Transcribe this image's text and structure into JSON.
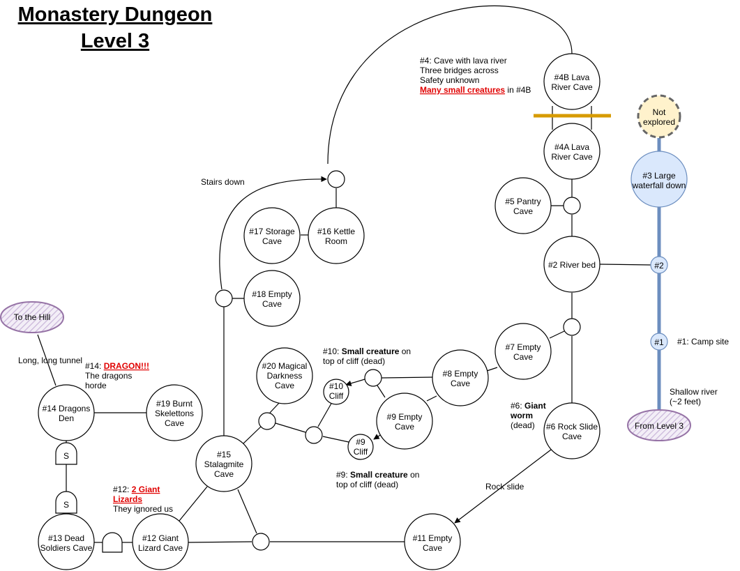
{
  "title": [
    "Monastery Dungeon",
    "Level 3"
  ],
  "rooms": {
    "r4b": [
      "#4B Lava",
      "River Cave"
    ],
    "r4a": [
      "#4A Lava",
      "River Cave"
    ],
    "r5": [
      "#5 Pantry",
      "Cave"
    ],
    "r2": [
      "#2 River bed"
    ],
    "r7": [
      "#7 Empty",
      "Cave"
    ],
    "r8": [
      "#8 Empty",
      "Cave"
    ],
    "r9": [
      "#9 Empty",
      "Cave"
    ],
    "r6": [
      "#6 Rock Slide",
      "Cave"
    ],
    "r11": [
      "#11 Empty",
      "Cave"
    ],
    "r12": [
      "#12 Giant",
      "Lizard Cave"
    ],
    "r13": [
      "#13 Dead",
      "Soldiers Cave"
    ],
    "r14": [
      "#14 Dragons",
      "Den"
    ],
    "r15": [
      "#15",
      "Stalagmite",
      "Cave"
    ],
    "r16": [
      "#16 Kettle",
      "Room"
    ],
    "r17": [
      "#17 Storage",
      "Cave"
    ],
    "r18": [
      "#18 Empty",
      "Cave"
    ],
    "r19": [
      "#19 Burnt",
      "Skelettons",
      "Cave"
    ],
    "r20": [
      "#20 Magical",
      "Darkness",
      "Cave"
    ],
    "c10": [
      "#10",
      "Cliff"
    ],
    "c9": [
      "#9",
      "Cliff"
    ],
    "r3": [
      "#3 Large",
      "waterfall down"
    ],
    "notExplored": [
      "Not",
      "explored"
    ],
    "p2": [
      "#2"
    ],
    "p1": [
      "#1"
    ],
    "toHill": [
      "To the Hill"
    ],
    "fromLevel3": [
      "From Level 3"
    ]
  },
  "doors": {
    "s": "S"
  },
  "notes": {
    "n4": {
      "lines": [
        "#4: Cave with lava river",
        "Three bridges across",
        "Safety unknown"
      ],
      "red": "Many small creatures",
      "tail": " in #4B"
    },
    "stairs": "Stairs down",
    "campsite": "#1: Camp site",
    "river": [
      "Shallow river",
      "(~2 feet)"
    ],
    "tunnel": "Long, long tunnel",
    "n14": {
      "prefix": "#14: ",
      "red": "DRAGON!!!",
      "lines": [
        "The dragons",
        "horde"
      ]
    },
    "n10": {
      "prefix": "#10: ",
      "bold": "Small creature",
      "tail": " on",
      "line2": "top of cliff (dead)"
    },
    "n6": {
      "prefix": "#6: ",
      "bold1": "Giant",
      "bold2": "worm",
      "line3": "(dead)"
    },
    "n9": {
      "prefix": "#9: ",
      "bold": "Small creature",
      "tail": " on",
      "line2": "top of cliff (dead)"
    },
    "rockslide": "Rock slide",
    "n12": {
      "prefix": "#12: ",
      "red1": "2 Giant",
      "red2": "Lizards",
      "line3": "They ignored us"
    }
  },
  "colors": {
    "river": "#6c8ebf",
    "bridge": "#d79b00",
    "waterfall_fill": "#dae8fc",
    "unexplored_fill": "#fff2cc",
    "hatch": "#9673a6",
    "red_text": "#e00000"
  }
}
